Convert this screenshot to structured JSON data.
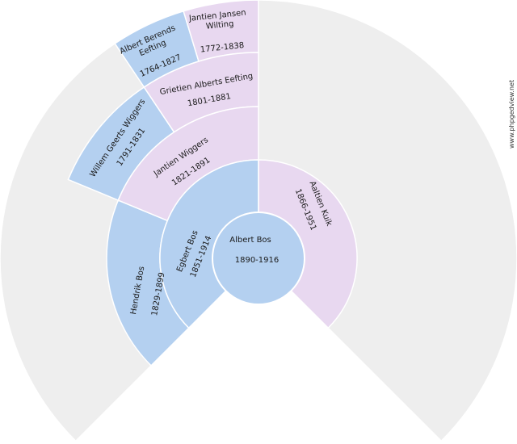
{
  "colors": {
    "male": "#b4d0f0",
    "female": "#e8d8f0",
    "empty": "#eeeeee",
    "border": "#ffffff"
  },
  "watermark": "www.phpgedview.net",
  "root": {
    "name": "Albert Bos",
    "dates": "1890-1916"
  },
  "ring1": [
    {
      "name": "Egbert Bos",
      "dates": "1851-1914"
    },
    {
      "name": "Aaltien Kuik",
      "dates": "1866-1951"
    }
  ],
  "ring2": [
    {
      "name": "Hendrik Bos",
      "dates": "1829-1899"
    },
    {
      "name": "Jantien Wiggers",
      "dates": "1821-1891"
    }
  ],
  "ring3": [
    {
      "name": "Willem Geerts Wiggers",
      "dates": "1791-1831"
    },
    {
      "name": "Grietien Alberts Eefting",
      "dates": "1801-1881"
    }
  ],
  "ring4": [
    {
      "name": "Albert Berends Eefting",
      "dates": "1764-1827"
    },
    {
      "name": "Jantien Jansen Wilting",
      "dates": "1772-1838"
    }
  ]
}
